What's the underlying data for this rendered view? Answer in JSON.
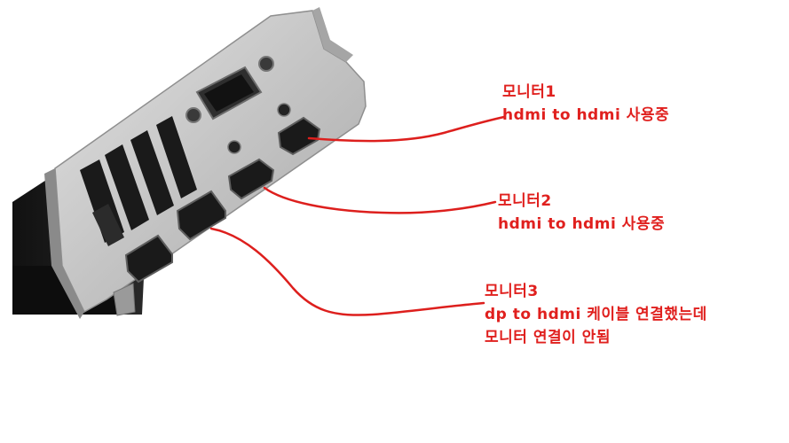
{
  "annotations": [
    {
      "id": "monitor1",
      "lines": [
        "모니터1",
        "hdmi to hdmi 사용중"
      ]
    },
    {
      "id": "monitor2",
      "lines": [
        "모니터2",
        "hdmi to hdmi 사용중"
      ]
    },
    {
      "id": "monitor3",
      "lines": [
        "모니터3",
        "dp to hdmi 케이블 연결했는데",
        "모니터 연결이 안됨"
      ]
    }
  ],
  "colors": {
    "annotation_text": "#e0201e",
    "annotation_line": "#dd1f1d",
    "bracket_metal": "#c9c9c9",
    "bracket_shadow": "#8a8a8a",
    "card_body": "#1c1c1c"
  },
  "icons": [
    "gpu-io-bracket",
    "dvi-port",
    "hdmi-port",
    "displayport-port",
    "vent-slots",
    "screw-hole"
  ]
}
